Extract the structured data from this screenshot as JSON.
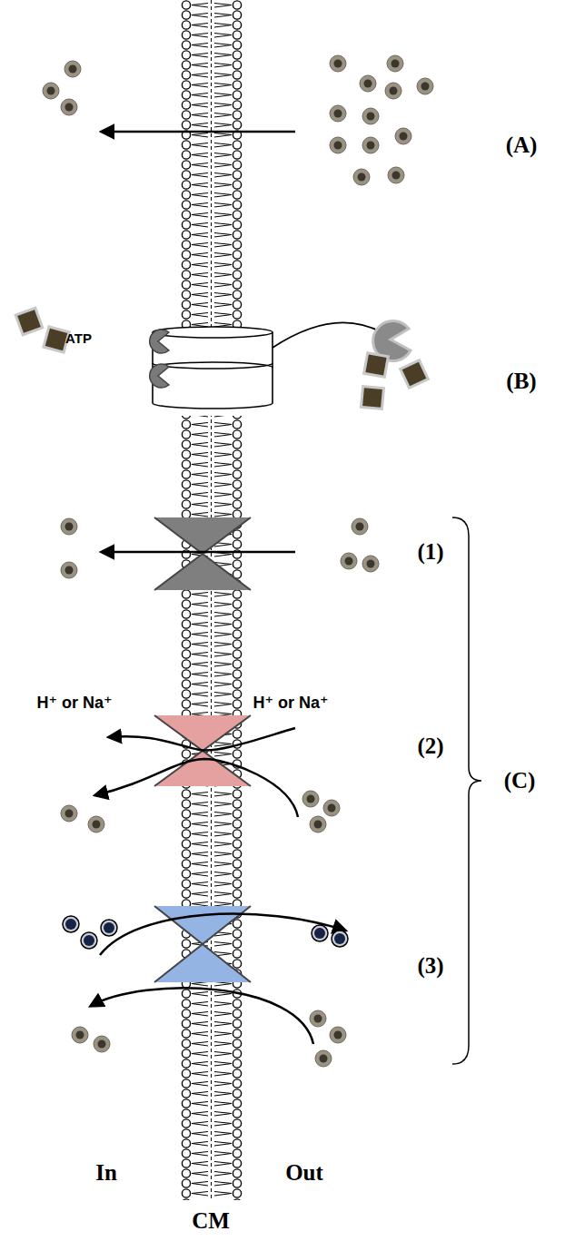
{
  "diagram": {
    "labels": [
      "(A)",
      "ATP",
      "(B)",
      "(1)",
      "H⁺ or Na⁺",
      "H⁺ or Na⁺",
      "(2)",
      "(C)",
      "(3)",
      "In",
      "Out",
      "CM"
    ]
  }
}
